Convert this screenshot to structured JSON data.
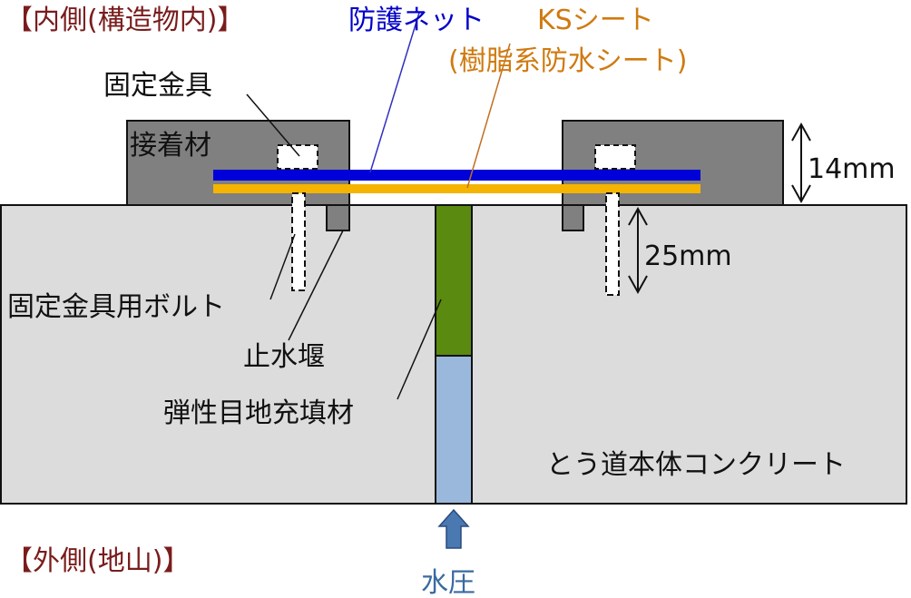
{
  "labels": {
    "inside": "【内側(構造物内)】",
    "outside": "【外側(地山)】",
    "protective_net": "防護ネット",
    "ks_sheet": "KSシート",
    "ks_sheet_sub": "(樹脂系防水シート)",
    "fixing_bracket": "固定金具",
    "adhesive": "接着材",
    "bracket_bolt": "固定金具用ボルト",
    "waterstop": "止水堰",
    "joint_filler": "弾性目地充填材",
    "concrete": "とう道本体コンクリート",
    "water_pressure": "水圧",
    "dim_adhesive": "14mm",
    "dim_bolt": "25mm"
  },
  "colors": {
    "inside_outside": "#7a1c1c",
    "net": "#0000d8",
    "sheet": "#f5b400",
    "sheet_text": "#d07a10",
    "filler": "#5a8a10",
    "water": "#9ab8dc",
    "pressure": "#4a78b0"
  }
}
